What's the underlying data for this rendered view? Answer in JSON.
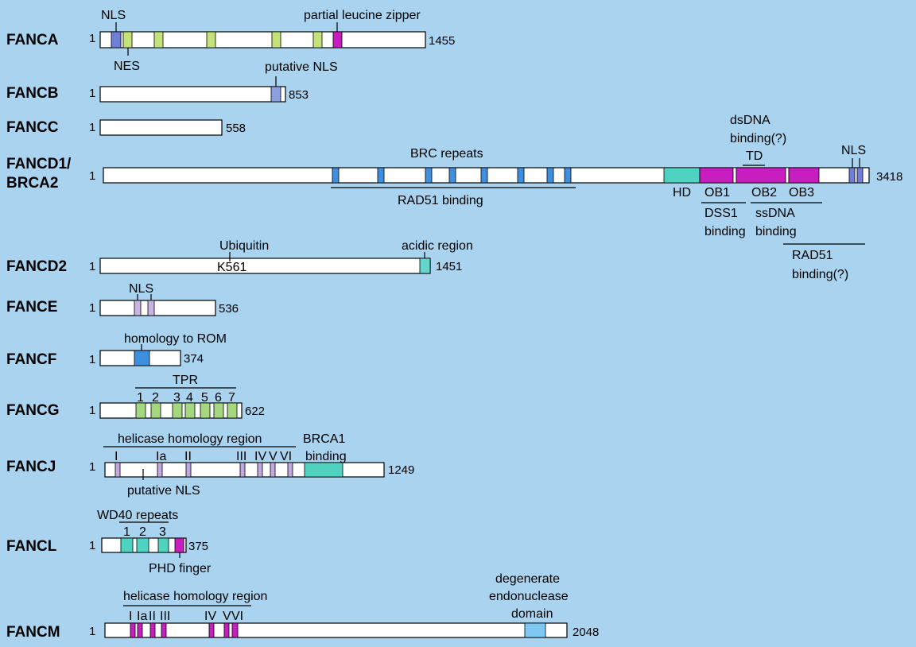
{
  "colors": {
    "background": "#a9d3ee",
    "nls": "#6f7fd8",
    "nes": "#c4e27a",
    "magenta": "#c81ec0",
    "putative_nls": "#8c9fe0",
    "brc": "#3e8fe0",
    "hd": "#4fd3c0",
    "acidic": "#66d6cc",
    "fance_nls": "#c8b4e4",
    "rom": "#3e8fe0",
    "tpr": "#a4d77e",
    "fancj_motif": "#c0a8e0",
    "brca1": "#4fd3c0",
    "wd40": "#4fd3c0",
    "phd": "#c81ec0",
    "fancm_motif": "#c81ec0",
    "endonuclease": "#7ec8f2"
  },
  "proteins": [
    {
      "name": "FANCA",
      "start": "1",
      "end": "1455"
    },
    {
      "name": "FANCB",
      "start": "1",
      "end": "853"
    },
    {
      "name": "FANCC",
      "start": "1",
      "end": "558"
    },
    {
      "name": "FANCD1/",
      "name2": "BRCA2",
      "start": "1",
      "end": "3418"
    },
    {
      "name": "FANCD2",
      "start": "1",
      "end": "1451"
    },
    {
      "name": "FANCE",
      "start": "1",
      "end": "536"
    },
    {
      "name": "FANCF",
      "start": "1",
      "end": "374"
    },
    {
      "name": "FANCG",
      "start": "1",
      "end": "622"
    },
    {
      "name": "FANCJ",
      "start": "1",
      "end": "1249"
    },
    {
      "name": "FANCL",
      "start": "1",
      "end": "375"
    },
    {
      "name": "FANCM",
      "start": "1",
      "end": "2048"
    }
  ],
  "labels": {
    "fanca_nls": "NLS",
    "fanca_zipper": "partial leucine zipper",
    "fanca_nes": "NES",
    "fancb_nls": "putative NLS",
    "brca2_brc": "BRC repeats",
    "brca2_rad51": "RAD51 binding",
    "brca2_dsdna1": "dsDNA",
    "brca2_dsdna2": "binding(?)",
    "brca2_td": "TD",
    "brca2_nls": "NLS",
    "brca2_hd": "HD",
    "brca2_ob1": "OB1",
    "brca2_ob2": "OB2",
    "brca2_ob3": "OB3",
    "brca2_dss1a": "DSS1",
    "brca2_dss1b": "binding",
    "brca2_ssdna1": "ssDNA",
    "brca2_ssdna2": "binding",
    "brca2_rad51q1": "RAD51",
    "brca2_rad51q2": "binding(?)",
    "fancd2_ubiq": "Ubiquitin",
    "fancd2_k561": "K561",
    "fancd2_acidic": "acidic region",
    "fance_nls": "NLS",
    "fancf_rom": "homology to ROM",
    "fancg_tpr": "TPR",
    "fancg_tpr_nums": [
      "1",
      "2",
      "3",
      "4",
      "5",
      "6",
      "7"
    ],
    "fancj_helicase": "helicase homology region",
    "fancj_brca1_1": "BRCA1",
    "fancj_brca1_2": "binding",
    "fancj_motifs": [
      "I",
      "Ia",
      "II",
      "III",
      "IV",
      "V",
      "VI"
    ],
    "fancj_nls": "putative NLS",
    "fancl_wd40": "WD40 repeats",
    "fancl_wd_nums": [
      "1",
      "2",
      "3"
    ],
    "fancl_phd": "PHD finger",
    "fancm_helicase": "helicase homology region",
    "fancm_motifs": [
      "I",
      "Ia",
      "II",
      "III",
      "IV",
      "V",
      "VI"
    ],
    "fancm_endo1": "degenerate",
    "fancm_endo2": "endonuclease",
    "fancm_endo3": "domain"
  }
}
